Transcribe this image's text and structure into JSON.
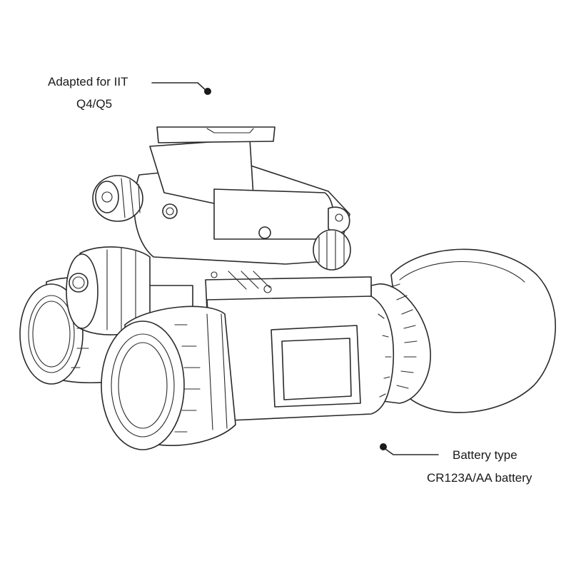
{
  "callouts": [
    {
      "line1": "Adapted for IIT",
      "line2": "Q4/Q5"
    },
    {
      "line1": "Battery type",
      "line2": "CR123A/AA battery"
    }
  ],
  "colors": {
    "ink": "#2a2a2a",
    "background": "#ffffff"
  }
}
